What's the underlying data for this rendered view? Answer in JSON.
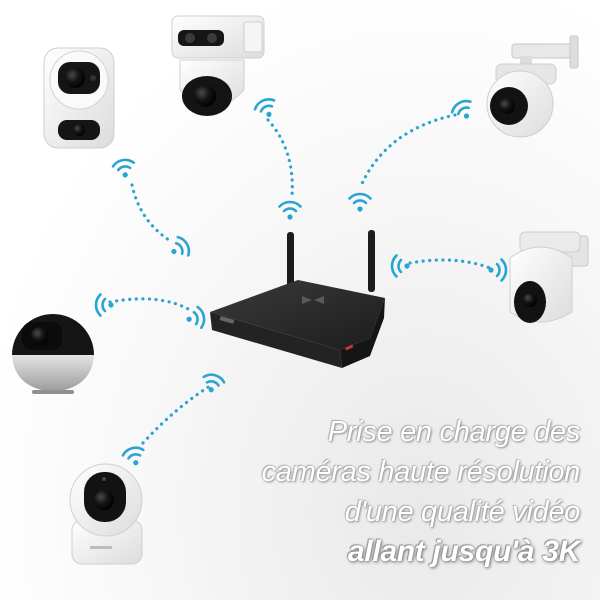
{
  "caption": {
    "line1": "Prise en charge des",
    "line2": "caméras haute résolution",
    "line3": "d'une qualité vidéo",
    "line4": "allant jusqu'à 3K"
  },
  "devices": [
    {
      "name": "nvr-recorder",
      "icon": "nvr-box-icon"
    },
    {
      "name": "indoor-dual-lens-camera",
      "icon": "dual-lens-indoor-camera-icon"
    },
    {
      "name": "outdoor-dual-lens-pt-camera",
      "icon": "dual-lens-outdoor-camera-icon"
    },
    {
      "name": "outdoor-pt-camera-top-right",
      "icon": "pt-camera-icon"
    },
    {
      "name": "outdoor-pt-camera-right",
      "icon": "pt-camera-icon"
    },
    {
      "name": "spherical-indoor-camera",
      "icon": "sphere-camera-icon"
    },
    {
      "name": "indoor-pan-tilt-camera",
      "icon": "pan-tilt-camera-icon"
    }
  ],
  "colors": {
    "wifi": "#2aa4d1",
    "nvr": "#2b2b2b",
    "camera_white": "#f3f3f3",
    "lens": "#111111"
  }
}
